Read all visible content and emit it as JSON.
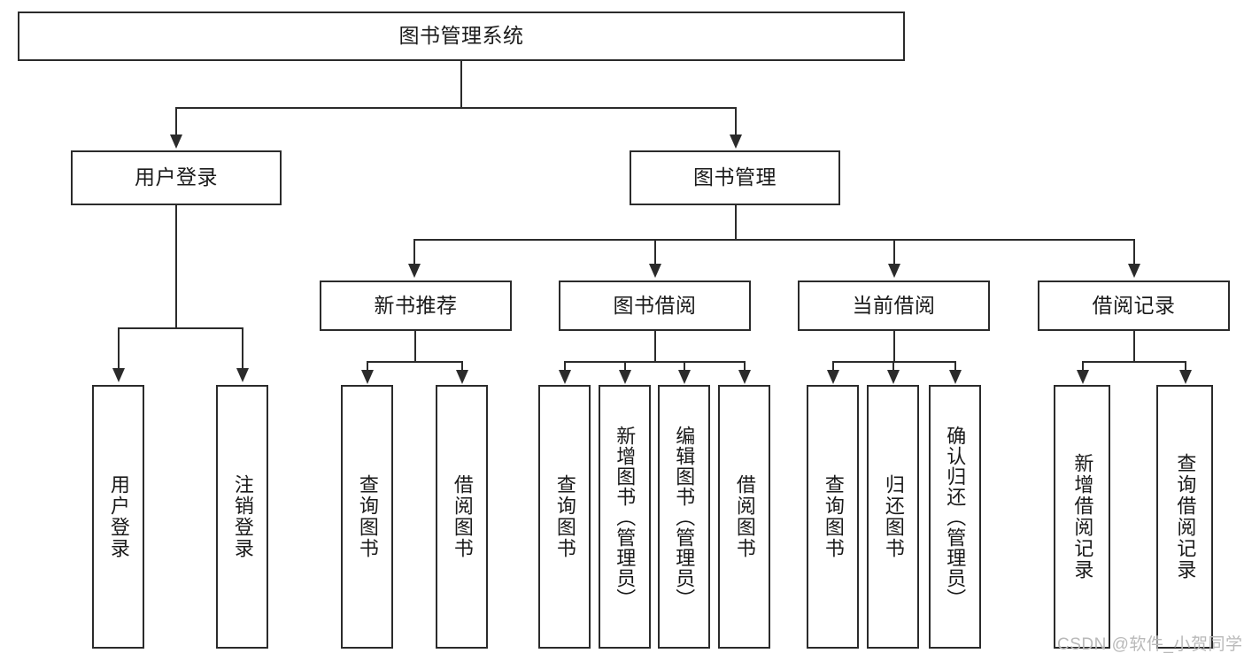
{
  "diagram": {
    "type": "tree-hierarchy-diagram",
    "root": {
      "label": "图书管理系统"
    },
    "level2": [
      {
        "label": "用户登录"
      },
      {
        "label": "图书管理"
      }
    ],
    "level3": [
      {
        "label": "新书推荐"
      },
      {
        "label": "图书借阅"
      },
      {
        "label": "当前借阅"
      },
      {
        "label": "借阅记录"
      }
    ],
    "leaves": {
      "user_login": [
        {
          "label": "用户登录"
        },
        {
          "label": "注销登录"
        }
      ],
      "new_book_recommend": [
        {
          "label": "查询图书"
        },
        {
          "label": "借阅图书"
        }
      ],
      "book_borrow": [
        {
          "label": "查询图书"
        },
        {
          "label": "新增图书（管理员）"
        },
        {
          "label": "编辑图书（管理员）"
        },
        {
          "label": "借阅图书"
        }
      ],
      "current_borrow": [
        {
          "label": "查询图书"
        },
        {
          "label": "归还图书"
        },
        {
          "label": "确认归还（管理员）"
        }
      ],
      "borrow_record": [
        {
          "label": "新增借阅记录"
        },
        {
          "label": "查询借阅记录"
        }
      ]
    }
  },
  "watermark": {
    "text": "CSDN @软件_小贺同学"
  },
  "colors": {
    "border": "#2b2b2b",
    "background": "#ffffff",
    "text": "#1a1a1a",
    "watermark": "#b9b9b9"
  }
}
